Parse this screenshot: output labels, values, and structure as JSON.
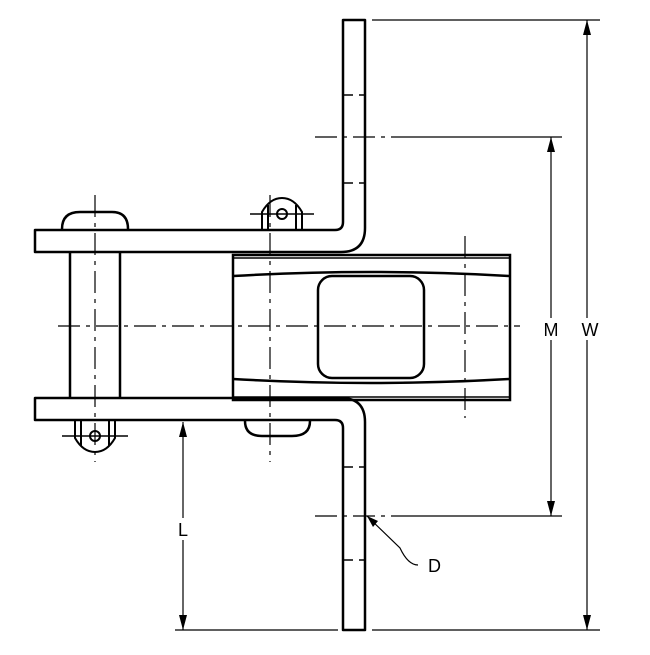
{
  "labels": {
    "m": "M",
    "w": "W",
    "l": "L",
    "d": "D"
  },
  "colors": {
    "line": "#000000",
    "background": "#ffffff"
  }
}
